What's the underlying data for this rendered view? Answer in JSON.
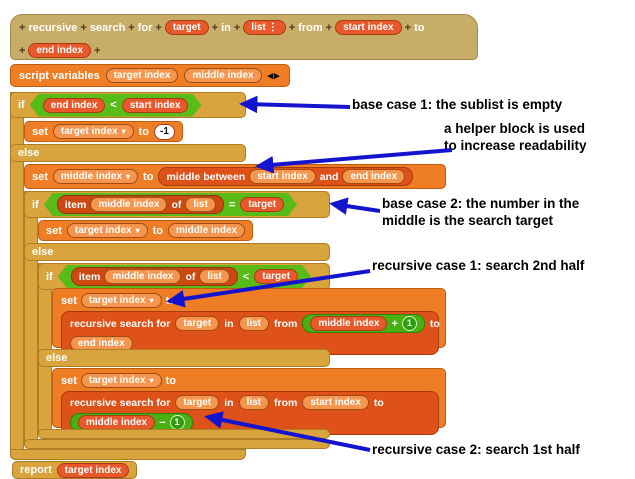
{
  "colors": {
    "annotation_arrow": "#1414cf",
    "control_gold": "#d9a43e",
    "variable_orange": "#ee7d26",
    "custom_block_red_orange": "#de5118",
    "operator_green": "#58bb18",
    "hat_tan": "#c8ad68"
  },
  "hat": {
    "plus": "+",
    "word_recursive": "recursive",
    "word_search": "search",
    "word_for": "for",
    "list_menu_icon": "⋮"
  },
  "script_variables": {
    "label": "script variables",
    "arrows": "◂▸"
  },
  "kw": {
    "if": "if",
    "else": "else",
    "set": "set",
    "to": "to",
    "report": "report",
    "item": "item",
    "of": "of",
    "and": "and",
    "in": "in",
    "from": "from",
    "lt": "<",
    "eq": "=",
    "plus": "+",
    "minus": "−",
    "dropdown_arrow": "▾"
  },
  "vars": {
    "target": "target",
    "list": "list",
    "start_index": "start index",
    "end_index": "end index",
    "target_index": "target index",
    "middle_index": "middle index"
  },
  "custom": {
    "middle_between": "middle between",
    "recursive_search_for": "recursive search for"
  },
  "values": {
    "neg_one": "-1",
    "one": "1"
  },
  "annotations": {
    "base_case_1": "base case 1: the sublist is empty",
    "helper_line1": "a helper block is used",
    "helper_line2": "to increase readability",
    "base_case_2_line1": "base case 2: the number in the",
    "base_case_2_line2": "middle is the search target",
    "recursive_case_1": "recursive case 1: search 2nd half",
    "recursive_case_2": "recursive case 2: search 1st half"
  }
}
